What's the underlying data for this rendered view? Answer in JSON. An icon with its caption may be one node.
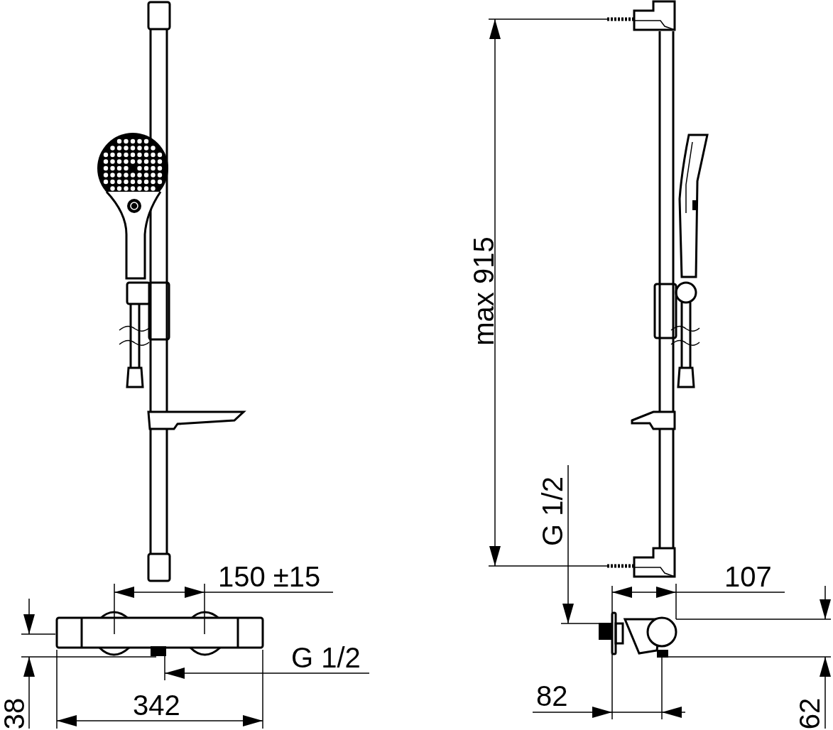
{
  "diagram": {
    "labels": [
      "max 915",
      "G 1/2",
      "150 ±15",
      "107",
      "G 1/2",
      "342",
      "82",
      "38",
      "62"
    ]
  }
}
